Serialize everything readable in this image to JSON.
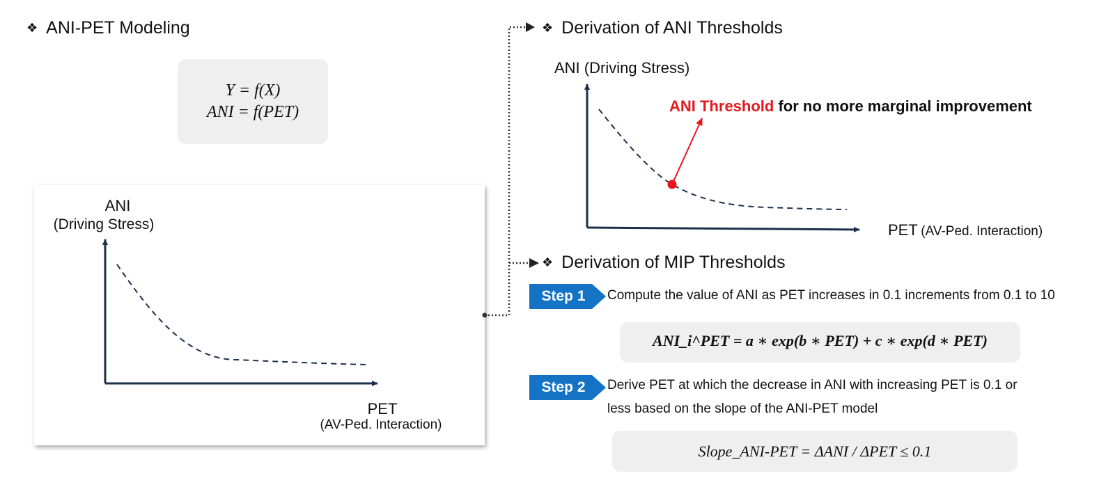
{
  "left": {
    "heading": "ANI-PET Modeling",
    "formula_line1": "Y = f(X)",
    "formula_line2": "ANI = f(PET)",
    "plot": {
      "ylabel_line1": "ANI",
      "ylabel_line2": "(Driving Stress)",
      "xlabel_line1": "PET",
      "xlabel_line2": "(AV-Ped. Interaction)"
    }
  },
  "right": {
    "ani_heading": "Derivation of ANI Thresholds",
    "ani_plot": {
      "ylabel": "ANI (Driving Stress)",
      "xlabel_main": "PET",
      "xlabel_sub": "(AV-Ped. Interaction)",
      "annotation_red": "ANI Threshold",
      "annotation_black": "for no more marginal improvement"
    },
    "mip_heading": "Derivation of MIP Thresholds",
    "step1": {
      "badge": "Step 1",
      "text": "Compute the value of ANI as PET increases in 0.1 increments from 0.1 to 10"
    },
    "formula_exp": "ANI_i^PET = a ∗ exp(b ∗ PET) + c ∗ exp(d ∗ PET)",
    "step2": {
      "badge": "Step 2",
      "text_line1": "Derive PET at which the decrease in ANI with increasing PET is 0.1 or",
      "text_line2": "less based on the slope of the ANI-PET model"
    },
    "formula_slope": "Slope_ANI-PET = ΔANI / ΔPET ≤ 0.1"
  },
  "colors": {
    "axis": "#1c2f4a",
    "curve": "#1c2f4a",
    "accent_red": "#e8161b",
    "step_blue": "#1473c5",
    "box_gray": "#efefef"
  }
}
